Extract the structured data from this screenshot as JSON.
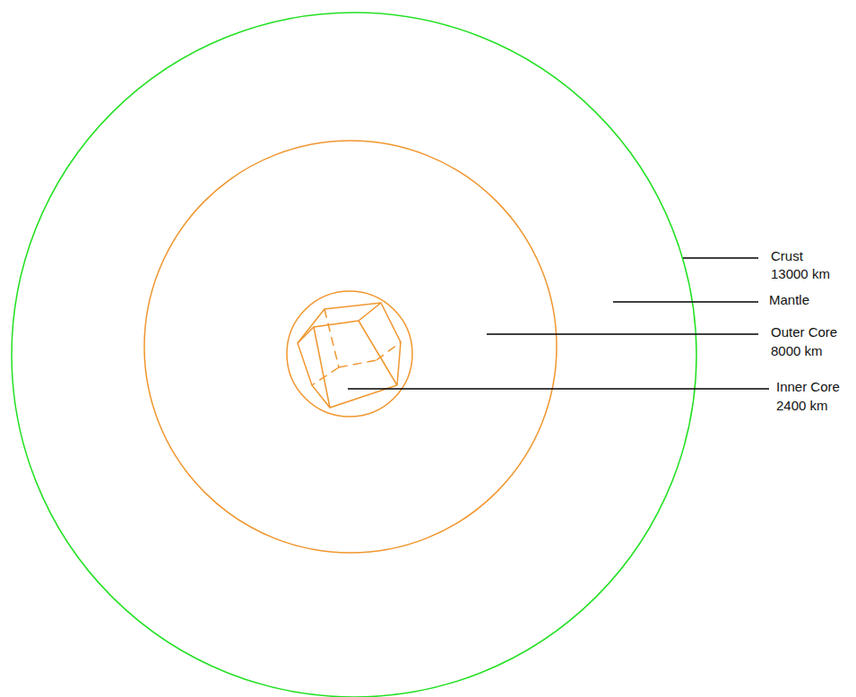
{
  "diagram": {
    "labels": [
      "Crust",
      "13000 km",
      "Mantle",
      "Outer Core",
      "8000 km",
      "Inner Core",
      "2400 km"
    ]
  }
}
